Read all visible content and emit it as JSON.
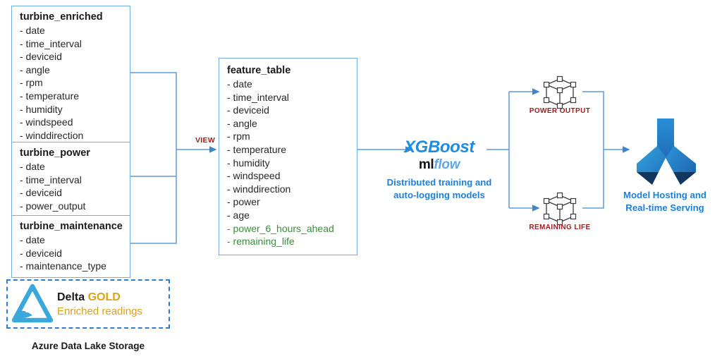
{
  "diagram": {
    "title": "Turbine predictive maintenance ML pipeline",
    "colors": {
      "wire": "#5b9bd5",
      "box_border": "#72aee6",
      "accent_blue": "#1f7fd6",
      "xgboost_blue": "#1f8ce0",
      "mlflow_blue": "#5fa8e8",
      "label_red": "#9c1c1c",
      "target_green": "#3e8b3e",
      "gold": "#d9a21b",
      "delta_cyan": "#3aa8dc",
      "dashed_border": "#2f7fd0"
    }
  },
  "source_tables": [
    {
      "name": "turbine_enriched",
      "fields": [
        "date",
        "time_interval",
        "deviceid",
        "angle",
        "rpm",
        "temperature",
        "humidity",
        "windspeed",
        "winddirection"
      ]
    },
    {
      "name": "turbine_power",
      "fields": [
        "date",
        "time_interval",
        "deviceid",
        "power_output"
      ]
    },
    {
      "name": "turbine_maintenance",
      "fields": [
        "date",
        "deviceid",
        "maintenance_type"
      ]
    }
  ],
  "feature_table": {
    "name": "feature_table",
    "fields": [
      {
        "label": "date",
        "target": false
      },
      {
        "label": "time_interval",
        "target": false
      },
      {
        "label": "deviceid",
        "target": false
      },
      {
        "label": "angle",
        "target": false
      },
      {
        "label": "rpm",
        "target": false
      },
      {
        "label": "temperature",
        "target": false
      },
      {
        "label": "humidity",
        "target": false
      },
      {
        "label": "windspeed",
        "target": false
      },
      {
        "label": "winddirection",
        "target": false
      },
      {
        "label": "power",
        "target": false
      },
      {
        "label": "age",
        "target": false
      },
      {
        "label": "power_6_hours_ahead",
        "target": true
      },
      {
        "label": "remaining_life",
        "target": true
      }
    ]
  },
  "connectors": {
    "view_label": "VIEW"
  },
  "training": {
    "xgboost_label": "XGBoost",
    "mlflow_ml": "ml",
    "mlflow_flow": "flow",
    "caption_line1": "Distributed training and",
    "caption_line2": "auto-logging models"
  },
  "models": [
    {
      "icon": "model-cube-icon",
      "label": "POWER OUTPUT"
    },
    {
      "icon": "model-cube-icon",
      "label": "REMAINING LIFE"
    }
  ],
  "serving": {
    "icon": "azure-machine-learning-icon",
    "caption_line1": "Model Hosting and",
    "caption_line2": "Real-time Serving"
  },
  "storage": {
    "icon": "delta-lake-icon",
    "delta_word": "Delta",
    "gold_word": "GOLD",
    "subtitle": "Enriched readings",
    "caption": "Azure Data Lake Storage"
  }
}
